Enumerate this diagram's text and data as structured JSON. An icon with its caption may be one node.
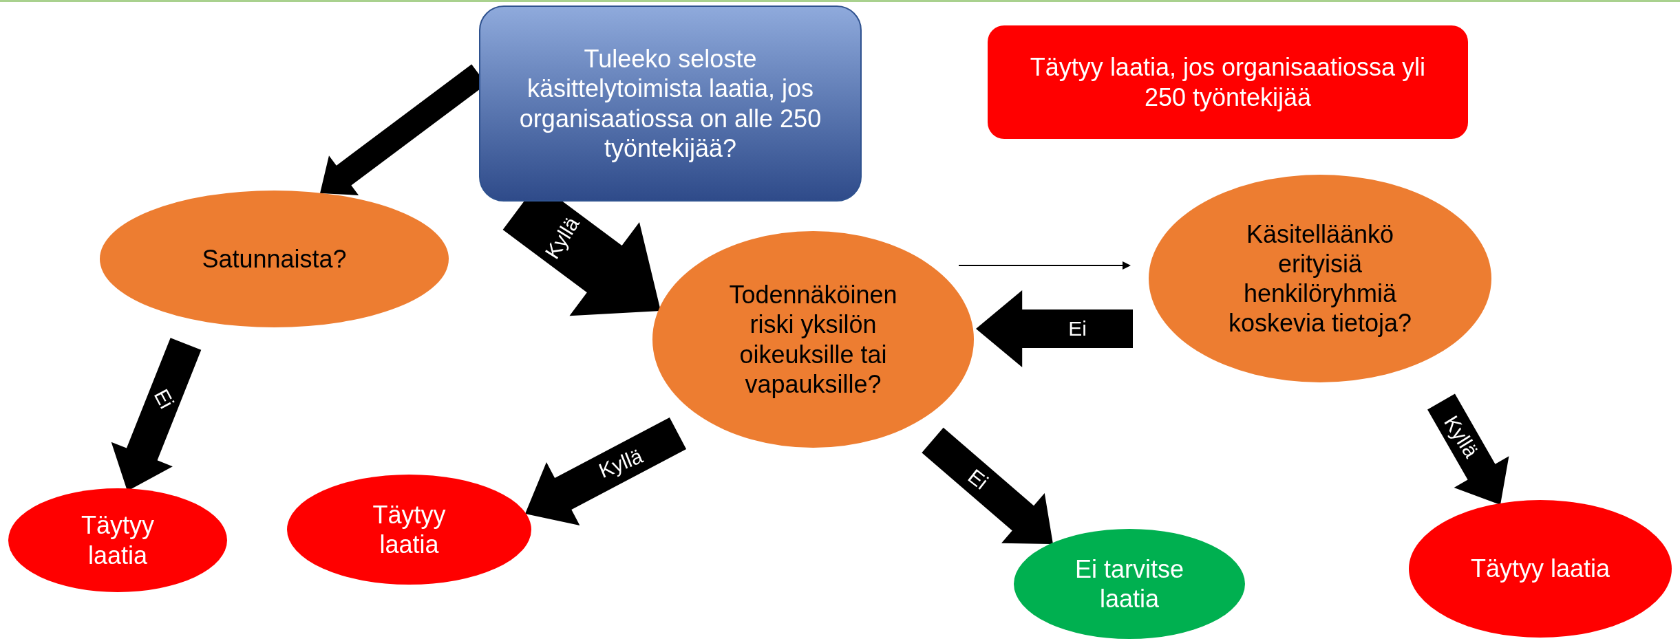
{
  "diagram": {
    "nodes": [
      {
        "text": [
          "Tuleeko seloste käsittelytoimista laatia, jos organisaatiossa on alle 250 työntekijää?"
        ]
      },
      {
        "text": [
          "Täytyy laatia, jos organisaatiossa yli 250 työntekijää"
        ]
      },
      {
        "text": [
          "Satunnaista?"
        ]
      },
      {
        "text": [
          "Todennäköinen riski yksilön oikeuksille tai vapauksille?"
        ]
      },
      {
        "text": [
          "Käsitelläänkö erityisiä henkilöryhmiä koskevia tietoja?"
        ]
      },
      {
        "text": [
          "Täytyy laatia"
        ]
      },
      {
        "text": [
          "Täytyy laatia"
        ]
      },
      {
        "text": [
          "Ei tarvitse laatia"
        ]
      },
      {
        "text": [
          "Täytyy laatia"
        ]
      }
    ],
    "edges": [
      {
        "from": 0,
        "to": 2,
        "arrow": "to"
      },
      {
        "from": 0,
        "to": 3,
        "arrow": "to",
        "label": "Kyllä"
      },
      {
        "from": 2,
        "to": 5,
        "arrow": "to",
        "label": "Ei"
      },
      {
        "from": 3,
        "to": 6,
        "arrow": "to",
        "label": "Kyllä"
      },
      {
        "from": 3,
        "to": 7,
        "arrow": "to",
        "label": "Ei"
      },
      {
        "from": 3,
        "to": 4,
        "arrow": "to"
      },
      {
        "from": 4,
        "to": 3,
        "arrow": "to",
        "label": "Ei"
      },
      {
        "from": 4,
        "to": 8,
        "arrow": "to",
        "label": "Kyllä"
      }
    ]
  }
}
